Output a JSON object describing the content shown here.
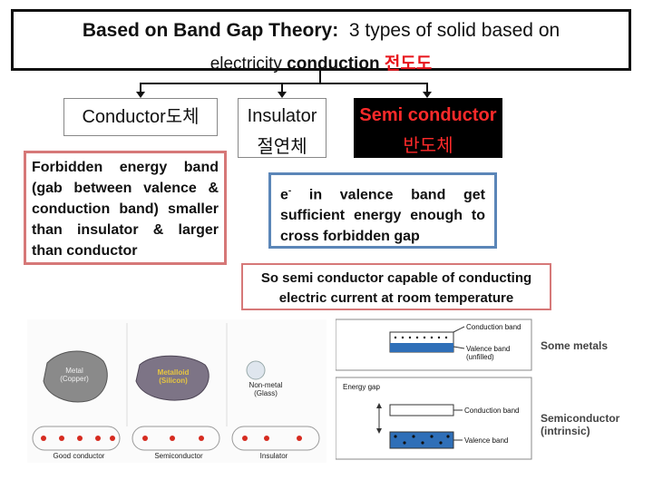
{
  "title": {
    "line1_bold": "Based on Band Gap Theory:",
    "line1_rest": "3 types of solid based on",
    "line2_prefix": "electricity",
    "line2_bold": "conduction",
    "line2_korean": "전도도"
  },
  "categories": {
    "conductor": {
      "label": "Conductor도체"
    },
    "insulator": {
      "line1": "Insulator",
      "line2": "절연체"
    },
    "semiconductor": {
      "line1": "Semi conductor",
      "line2": "반도체"
    }
  },
  "descriptions": {
    "conductor": "Forbidden energy band (gab between valence & conduction band) smaller than insulator & larger than conductor",
    "semiconductor_pre": "e",
    "semiconductor_sup": "-",
    "semiconductor_post": " in valence band get sufficient energy enough to cross forbidden gap",
    "conclusion": "So semi conductor capable of conducting electric current at room temperature"
  },
  "figure_left": {
    "metal_label_1": "Metal",
    "metal_label_2": "(Copper)",
    "metalloid_label_1": "Metalloid",
    "metalloid_label_2": "(Silicon)",
    "nonmetal_label_1": "Non-metal",
    "nonmetal_label_2": "(Glass)",
    "good_conductor": "Good conductor",
    "semiconductor": "Semiconductor",
    "insulator": "Insulator"
  },
  "figure_right": {
    "conduction_band_top": "Conduction band",
    "valence_band_unfilled_1": "Valence band",
    "valence_band_unfilled_2": "(unfilled)",
    "energy_gap": "Energy gap",
    "conduction_band_bottom": "Conduction band",
    "valence_band_bottom": "Valence band",
    "some_metals": "Some metals",
    "semiconductor_1": "Semiconductor",
    "semiconductor_2": "(intrinsic)"
  },
  "colors": {
    "korean_red": "#e8141b",
    "semi_box_bg": "#000000",
    "semi_text": "#ff2a2a",
    "pink_border": "#d67878",
    "blue_border": "#5b86b8",
    "band_blue": "#2f6fb8"
  }
}
